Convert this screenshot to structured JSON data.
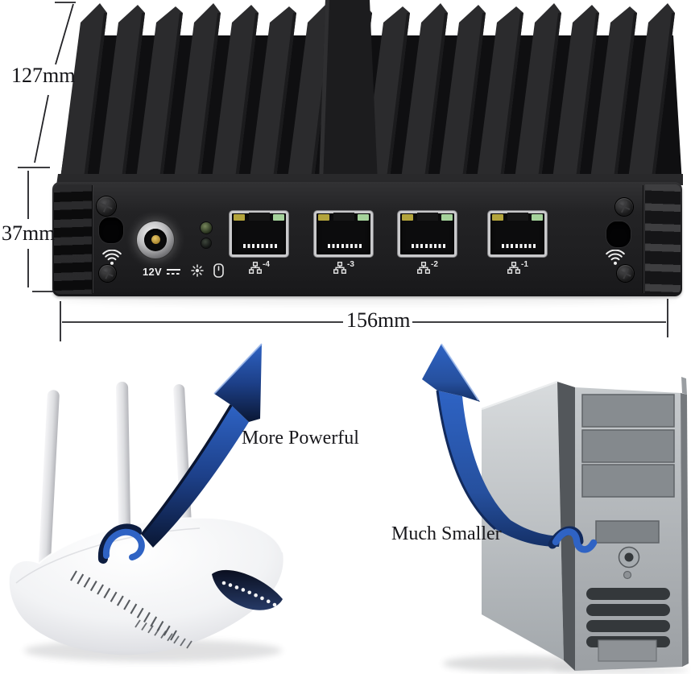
{
  "annotations": {
    "fin_height": "127mm",
    "panel_height": "37mm",
    "width": "156mm",
    "router_caption": "More Powerful",
    "tower_caption": "Much Smaller"
  },
  "panel": {
    "power_label": "12V",
    "power_symbol_icon": "dc-voltage-icon",
    "status_icons": [
      "power-led-icon",
      "hdd-icon"
    ],
    "wifi_icons": [
      "wifi-icon-left",
      "wifi-icon-right"
    ],
    "ports": [
      {
        "icon": "lan-port-icon",
        "label": "-4"
      },
      {
        "icon": "lan-port-icon",
        "label": "-3"
      },
      {
        "icon": "lan-port-icon",
        "label": "-2"
      },
      {
        "icon": "lan-port-icon",
        "label": "-1"
      }
    ]
  },
  "colors": {
    "background": "#ffffff",
    "device_dark": "#232325",
    "arrow_blue": "#2e63c4",
    "arrow_dark_blue": "#0a1734",
    "port_led_yellow": "#b3a43c",
    "port_led_green": "#a5d29b",
    "dimension_text": "#141418"
  }
}
